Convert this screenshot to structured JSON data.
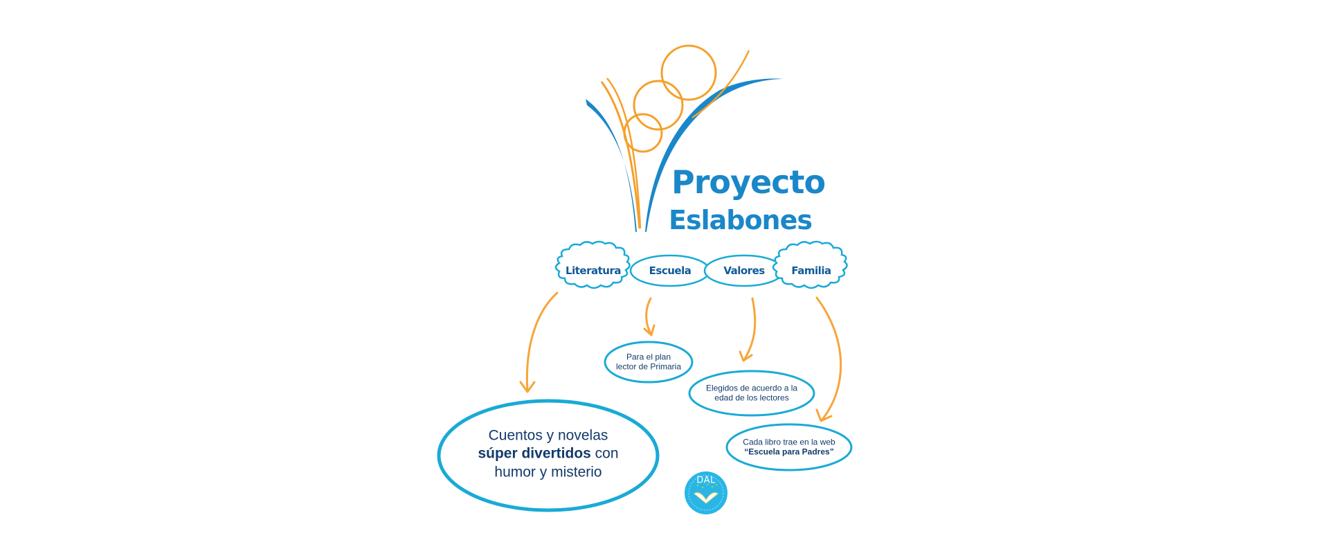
{
  "logo": {
    "title_line1": "Proyecto",
    "title_line2": "Eslabones",
    "colors": {
      "blue": "#1a87c9",
      "orange": "#f5a02a"
    }
  },
  "pillars": [
    {
      "label": "Literatura",
      "shape": "cloud"
    },
    {
      "label": "Escuela",
      "shape": "ellipse"
    },
    {
      "label": "Valores",
      "shape": "ellipse"
    },
    {
      "label": "Familia",
      "shape": "cloud"
    }
  ],
  "bubbles": {
    "literatura": {
      "line1": "Cuentos y novelas",
      "line2_bold": "súper divertidos",
      "line2_rest": " con",
      "line3": "humor y misterio"
    },
    "escuela": {
      "line1": "Para el plan",
      "line2": "lector de Primaria"
    },
    "valores": {
      "line1": "Elegidos de acuerdo a la",
      "line2": "edad de los lectores"
    },
    "familia": {
      "line1": "Cada libro trae en la web",
      "line2_bold": "“Escuela para Padres”"
    }
  },
  "badge": {
    "label": "DAL",
    "color": "#29b6e6"
  },
  "colors": {
    "outline": "#19aad6",
    "arrow": "#f7a53a",
    "chip_text": "#0f5a98",
    "bubble_text": "#123a6a"
  }
}
